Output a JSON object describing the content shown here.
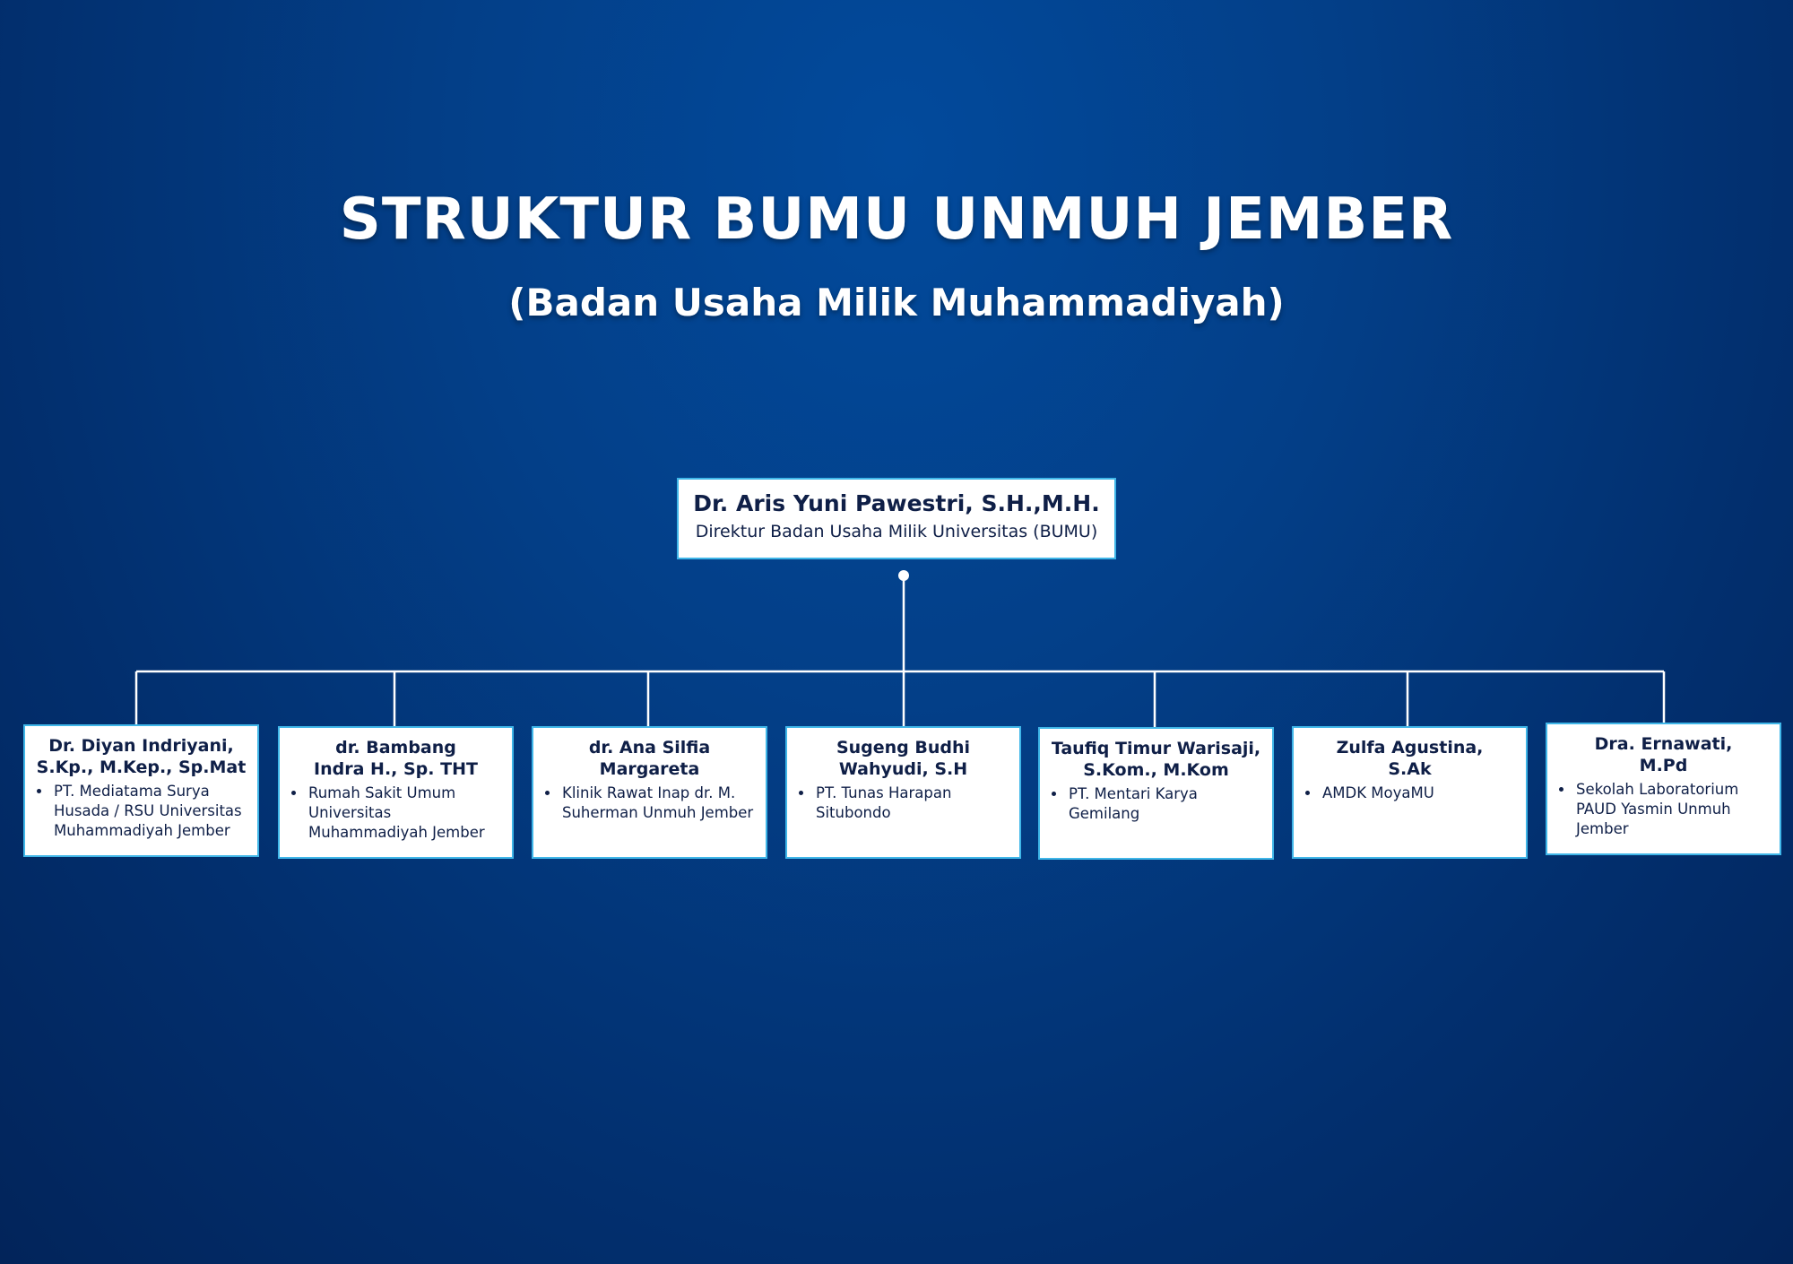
{
  "header": {
    "title": "STRUKTUR BUMU UNMUH JEMBER",
    "subtitle": "(Badan Usaha Milik Muhammadiyah)"
  },
  "director": {
    "name": "Dr. Aris Yuni Pawestri, S.H.,M.H.",
    "role": "Direktur Badan Usaha Milik Universitas (BUMU)"
  },
  "units": [
    {
      "name_line1": "Dr. Diyan Indriyani,",
      "name_line2": "S.Kp., M.Kep., Sp.Mat",
      "business": "PT. Mediatama Surya Husada / RSU Universitas Muhammadiyah Jember"
    },
    {
      "name_line1": "dr. Bambang",
      "name_line2": "Indra H., Sp. THT",
      "business": "Rumah Sakit Umum Universitas Muhammadiyah Jember"
    },
    {
      "name_line1": "dr. Ana Silfia",
      "name_line2": "Margareta",
      "business": "Klinik Rawat Inap dr. M. Suherman Unmuh Jember"
    },
    {
      "name_line1": "Sugeng Budhi",
      "name_line2": "Wahyudi, S.H",
      "business": "PT. Tunas Harapan Situbondo"
    },
    {
      "name_line1": "Taufiq Timur Warisaji,",
      "name_line2": "S.Kom., M.Kom",
      "business": "PT. Mentari Karya Gemilang"
    },
    {
      "name_line1": "Zulfa Agustina,",
      "name_line2": "S.Ak",
      "business": "AMDK MoyaMU"
    },
    {
      "name_line1": "Dra. Ernawati,",
      "name_line2": "M.Pd",
      "business": "Sekolah Laboratorium PAUD Yasmin Unmuh Jember"
    }
  ],
  "colors": {
    "background": "#033f88",
    "card_border": "#3fb6e8",
    "text_dark": "#0f1f47",
    "connector": "#ffffff"
  }
}
